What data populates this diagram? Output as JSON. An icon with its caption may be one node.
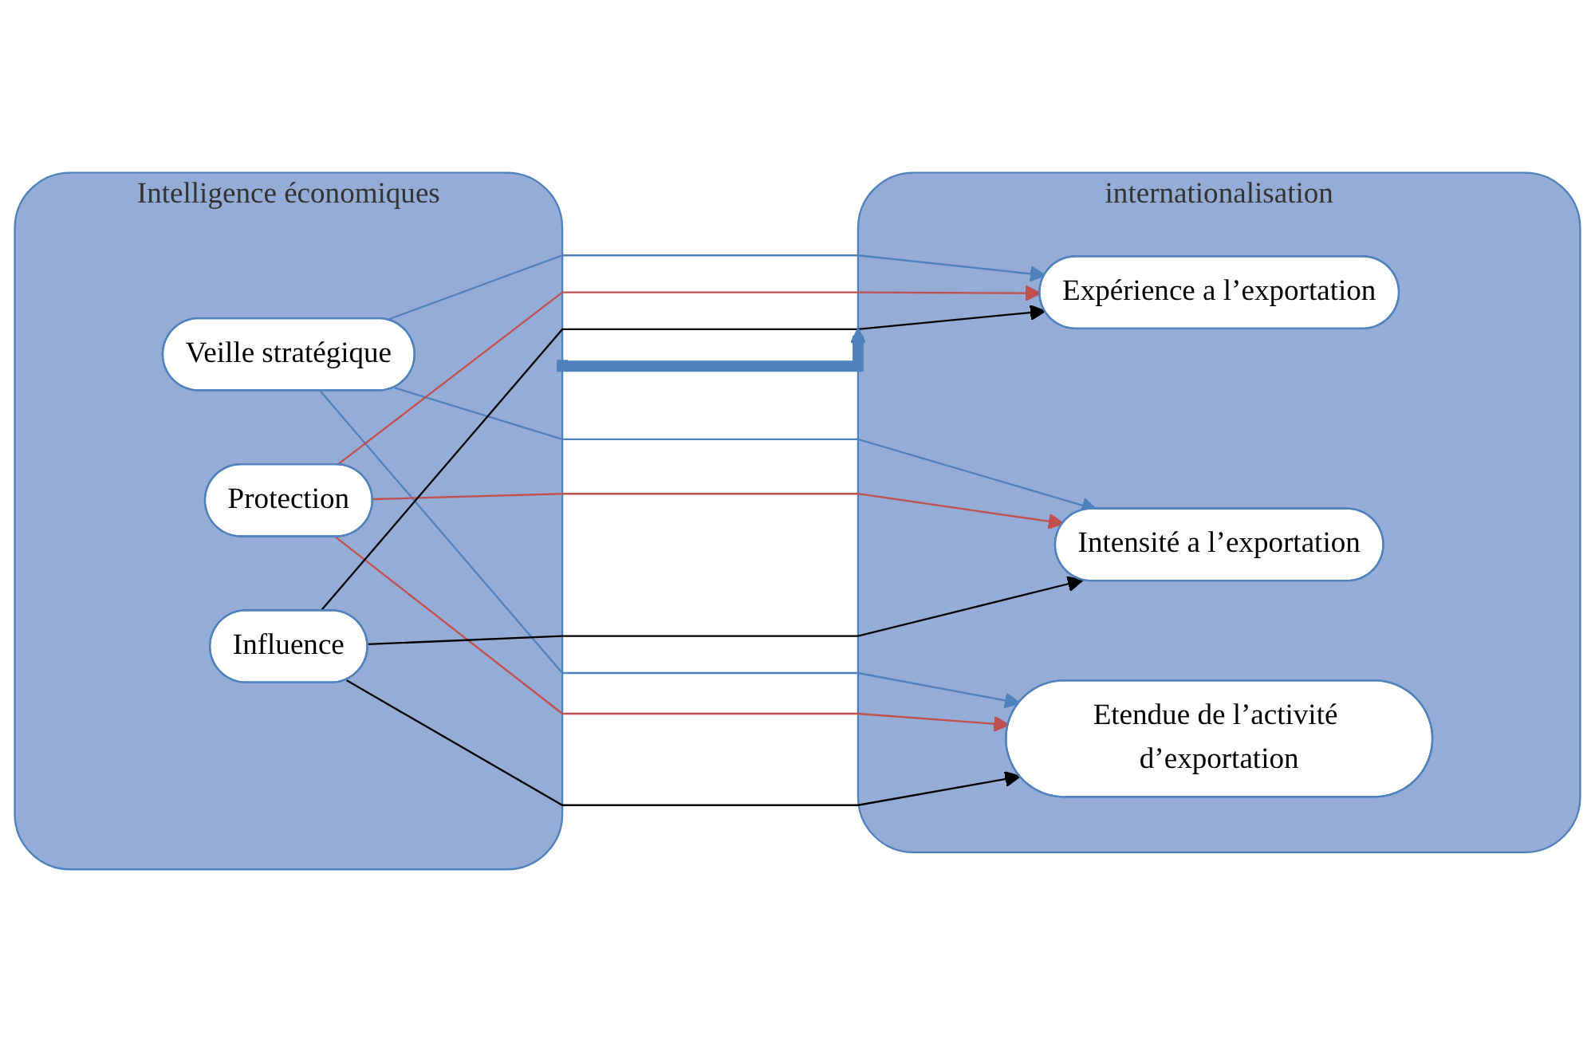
{
  "diagram": {
    "nodes": [
      {
        "text": [
          "Intelligence économiques"
        ]
      },
      {
        "text": [
          "Veille stratégique"
        ],
        "in": 0
      },
      {
        "text": [
          "Protection"
        ],
        "in": 0
      },
      {
        "text": [
          "Influence"
        ],
        "in": 0
      },
      {
        "text": [
          "internationalisation"
        ]
      },
      {
        "text": [
          "Expérience a l’exportation"
        ],
        "in": 4
      },
      {
        "text": [
          "Intensité a l’exportation"
        ],
        "in": 4
      },
      {
        "text": [
          "Etendue de l’activité d’exportation"
        ],
        "in": 4
      }
    ],
    "edges": [
      {
        "from": 1,
        "to": 5,
        "arrow": "to",
        "color": "#4f81bd"
      },
      {
        "from": 1,
        "to": 6,
        "arrow": "to",
        "color": "#4f81bd"
      },
      {
        "from": 1,
        "to": 7,
        "arrow": "to",
        "color": "#4f81bd"
      },
      {
        "from": 2,
        "to": 5,
        "arrow": "to",
        "color": "#c0504d"
      },
      {
        "from": 2,
        "to": 6,
        "arrow": "to",
        "color": "#c0504d"
      },
      {
        "from": 2,
        "to": 7,
        "arrow": "to",
        "color": "#c0504d"
      },
      {
        "from": 3,
        "to": 5,
        "arrow": "to",
        "color": "#000000"
      },
      {
        "from": 3,
        "to": 6,
        "arrow": "to",
        "color": "#000000"
      },
      {
        "from": 3,
        "to": 7,
        "arrow": "to",
        "color": "#000000"
      },
      {
        "from": 0,
        "to": 4,
        "arrow": "to",
        "style": "thick",
        "color": "#4f81bd"
      }
    ]
  }
}
